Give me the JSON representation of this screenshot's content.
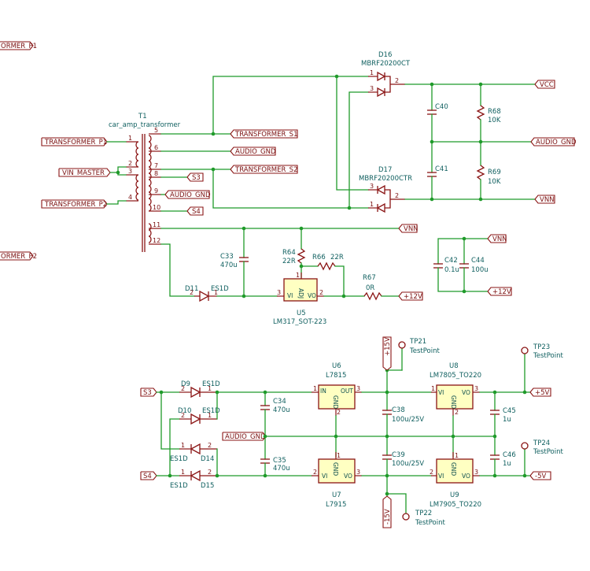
{
  "colors": {
    "wire": "#1f9a2a",
    "component": "#8a1414",
    "label_text": "#7a0f0f",
    "reference_text": "#0f5f5f",
    "body_fill": "#ffffc2"
  },
  "labels": {
    "TRANSFORMER_P1_edge": "ORMER_P1",
    "TRANSFORMER_P2_edge": "ORMER_P2",
    "TRANSFORMER_P1": "TRANSFORMER_P1",
    "VIN_MASTER": "VIN_MASTER",
    "TRANSFORMER_P2": "TRANSFORMER_P2",
    "TRANSFORMER_S1": "TRANSFORMER_S1",
    "AUDIO_GND_t": "AUDIO_GND",
    "TRANSFORMER_S2": "TRANSFORMER_S2",
    "S3_t": "S3",
    "AUDIO_GND_t2": "AUDIO_GND",
    "S4_t": "S4",
    "VNN_t": "VNN",
    "VCC": "VCC",
    "AUDIO_GND_r": "AUDIO_GND",
    "VNN_r": "VNN",
    "VNN_c": "VNN",
    "P12V_c": "+12V",
    "P12V_u5": "+12V",
    "S3_b": "S3",
    "S4_b": "S4",
    "AUDIO_GND_b": "AUDIO_GND",
    "P15V": "+15V",
    "N15V": "-15V",
    "P5V": "+5V",
    "N5V": "-5V"
  },
  "components": {
    "T1": {
      "ref": "T1",
      "value": "car_amp_transformer",
      "pins": [
        "1",
        "2",
        "3",
        "4",
        "5",
        "6",
        "7",
        "8",
        "9",
        "10",
        "11",
        "12"
      ]
    },
    "D16": {
      "ref": "D16",
      "value": "MBRF20200CT",
      "pins": [
        "1",
        "3",
        "2"
      ]
    },
    "D17": {
      "ref": "D17",
      "value": "MBRF20200CTR",
      "pins": [
        "3",
        "1",
        "2"
      ]
    },
    "C40": {
      "ref": "C40"
    },
    "C41": {
      "ref": "C41"
    },
    "R68": {
      "ref": "R68",
      "value": "10K"
    },
    "R69": {
      "ref": "R69",
      "value": "10K"
    },
    "C33": {
      "ref": "C33",
      "value": "470u"
    },
    "R64": {
      "ref": "R64",
      "value": "22R"
    },
    "R66": {
      "ref": "R66",
      "value": "22R"
    },
    "R67": {
      "ref": "R67",
      "value": "0R"
    },
    "U5": {
      "ref": "U5",
      "value": "LM317_SOT-223",
      "pin_adj": "ADJ",
      "pin_vi": "VI",
      "pin_vo": "VO",
      "pins": [
        "1",
        "3",
        "2"
      ]
    },
    "D11": {
      "ref": "D11",
      "value": "ES1D"
    },
    "C42": {
      "ref": "C42",
      "value": "0.1u"
    },
    "C44": {
      "ref": "C44",
      "value": "100u"
    },
    "D9": {
      "ref": "D9",
      "value": "ES1D"
    },
    "D10": {
      "ref": "D10",
      "value": "ES1D"
    },
    "D14": {
      "ref": "D14",
      "value": "ES1D"
    },
    "D15": {
      "ref": "D15",
      "value": "ES1D"
    },
    "C34": {
      "ref": "C34",
      "value": "470u"
    },
    "C35": {
      "ref": "C35",
      "value": "470u"
    },
    "U6": {
      "ref": "U6",
      "value": "L7815",
      "pin_in": "IN",
      "pin_out": "OUT",
      "pin_gnd": "GND"
    },
    "U7": {
      "ref": "U7",
      "value": "L7915",
      "pin_vi": "VI",
      "pin_vo": "VO",
      "pin_gnd": "GND"
    },
    "C38": {
      "ref": "C38",
      "value": "100u/25V"
    },
    "C39": {
      "ref": "C39",
      "value": "100u/25V"
    },
    "U8": {
      "ref": "U8",
      "value": "LM7805_TO220",
      "pin_vi": "VI",
      "pin_vo": "VO",
      "pin_gnd": "GND"
    },
    "U9": {
      "ref": "U9",
      "value": "LM7905_TO220",
      "pin_vi": "VI",
      "pin_vo": "VO",
      "pin_gnd": "GND"
    },
    "C45": {
      "ref": "C45",
      "value": "1u"
    },
    "C46": {
      "ref": "C46",
      "value": "1u"
    },
    "TP21": {
      "ref": "TP21",
      "value": "TestPoint"
    },
    "TP22": {
      "ref": "TP22",
      "value": "TestPoint"
    },
    "TP23": {
      "ref": "TP23",
      "value": "TestPoint"
    },
    "TP24": {
      "ref": "TP24",
      "value": "TestPoint"
    }
  },
  "pin_numbers": {
    "one": "1",
    "two": "2",
    "three": "3"
  }
}
